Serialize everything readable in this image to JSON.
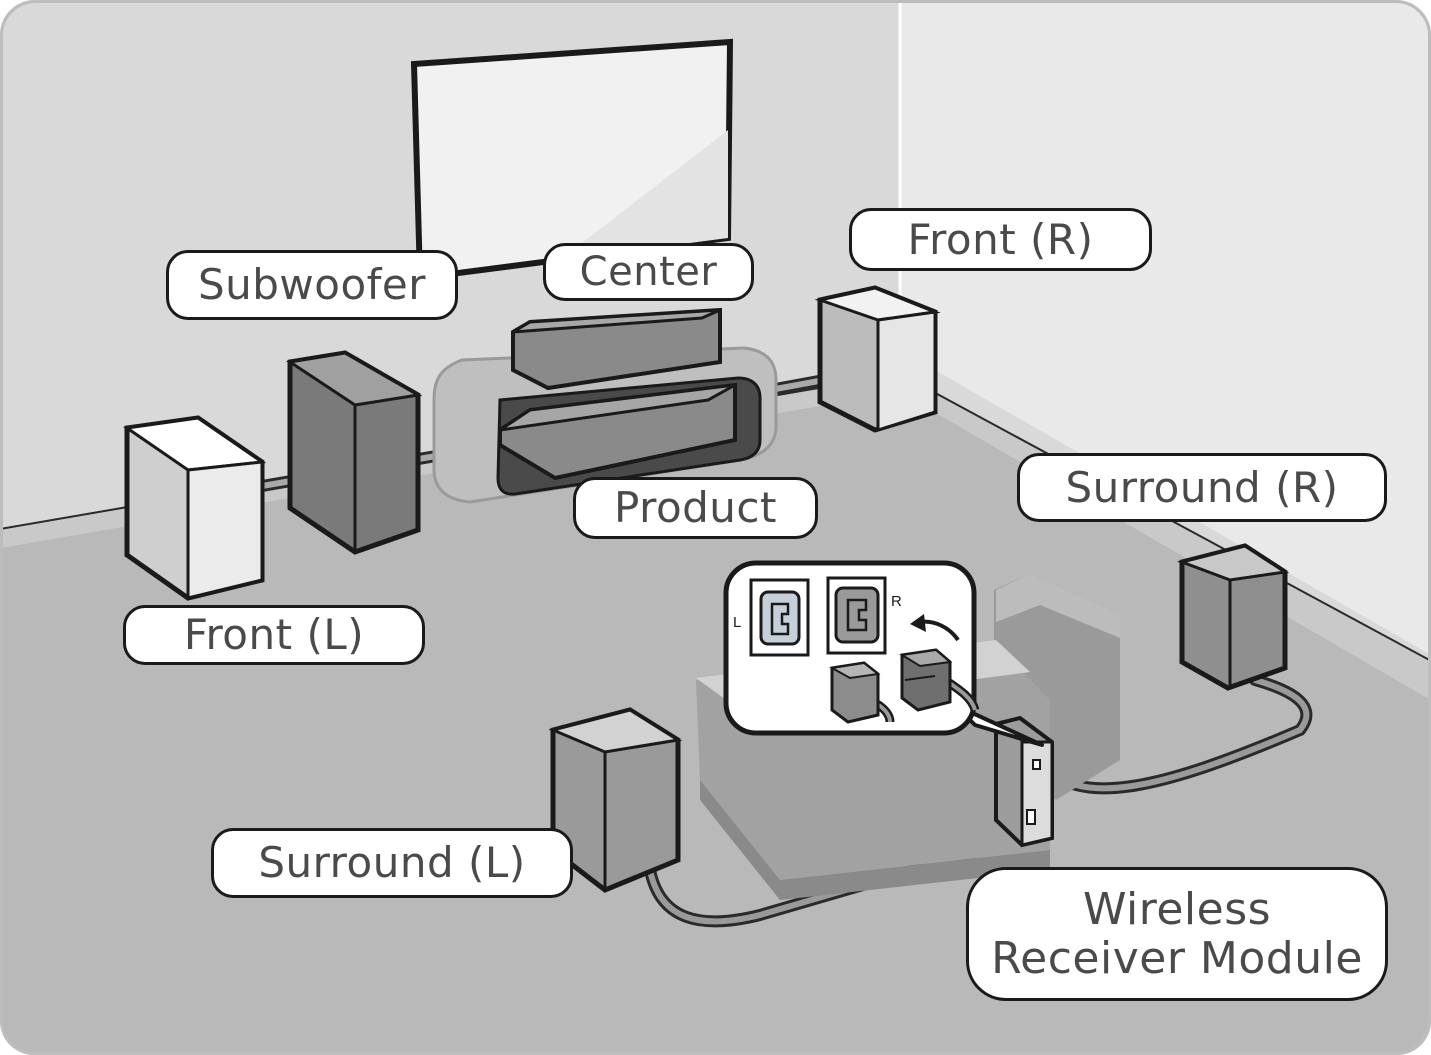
{
  "diagram": {
    "labels": {
      "subwoofer": "Subwoofer",
      "center": "Center",
      "front_r": "Front (R)",
      "front_l": "Front (L)",
      "product": "Product",
      "surround_r": "Surround (R)",
      "surround_l": "Surround (L)",
      "wireless_line1": "Wireless",
      "wireless_line2": "Receiver Module"
    },
    "inset": {
      "left_jack": "L",
      "right_jack": "R"
    }
  }
}
